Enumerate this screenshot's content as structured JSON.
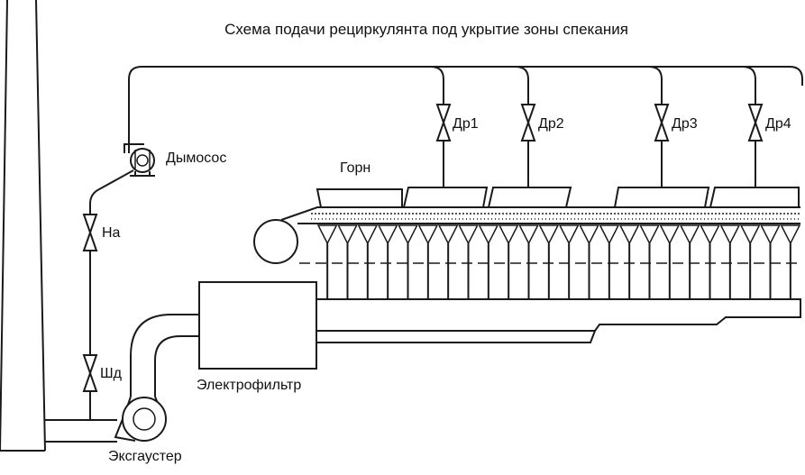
{
  "title": "Схема подачи рециркулянта под укрытие зоны спекания",
  "labels": {
    "smoke_exhauster": "Дымосос",
    "furnace": "Горн",
    "valve_na": "На",
    "valve_shd": "Шд",
    "valve_dr1": "Др1",
    "valve_dr2": "Др2",
    "valve_dr3": "Др3",
    "valve_dr4": "Др4",
    "electrofilter": "Электрофильтр",
    "exhauster": "Эксгаустер"
  },
  "colors": {
    "line": "#1a1a1a",
    "background": "#ffffff"
  }
}
